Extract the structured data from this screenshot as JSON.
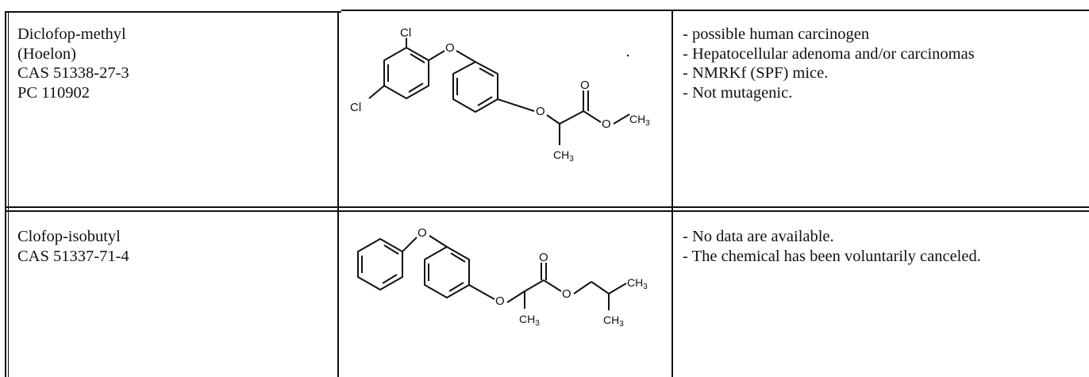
{
  "table": {
    "rows": [
      {
        "name_lines": [
          "Diclofop-methyl",
          "(Hoelon)",
          "CAS 51338-27-3",
          "PC 110902"
        ],
        "effects": [
          "- possible human carcinogen",
          "- Hepatocellular adenoma and/or carcinomas",
          "- NMRKf (SPF) mice.",
          "- Not mutagenic."
        ],
        "structure_labels": {
          "cl_top": "Cl",
          "cl_left": "Cl",
          "o_ether": "O",
          "o_link": "O",
          "o_carbonyl": "O",
          "o_ester": "O",
          "ch3_ester": "CH",
          "ch3_ester_sub": "3",
          "ch3_branch": "CH",
          "ch3_branch_sub": "3"
        }
      },
      {
        "name_lines": [
          "Clofop-isobutyl",
          "CAS 51337-71-4"
        ],
        "effects": [
          "- No data are available.",
          "- The chemical has been voluntarily canceled."
        ],
        "structure_labels": {
          "o_ether": "O",
          "o_link": "O",
          "o_carbonyl": "O",
          "o_ester": "O",
          "ch3_branch": "CH",
          "ch3_branch_sub": "3",
          "ch3_iso_top": "CH",
          "ch3_iso_top_sub": "3",
          "ch3_iso_bottom": "CH",
          "ch3_iso_bottom_sub": "3"
        }
      }
    ]
  }
}
